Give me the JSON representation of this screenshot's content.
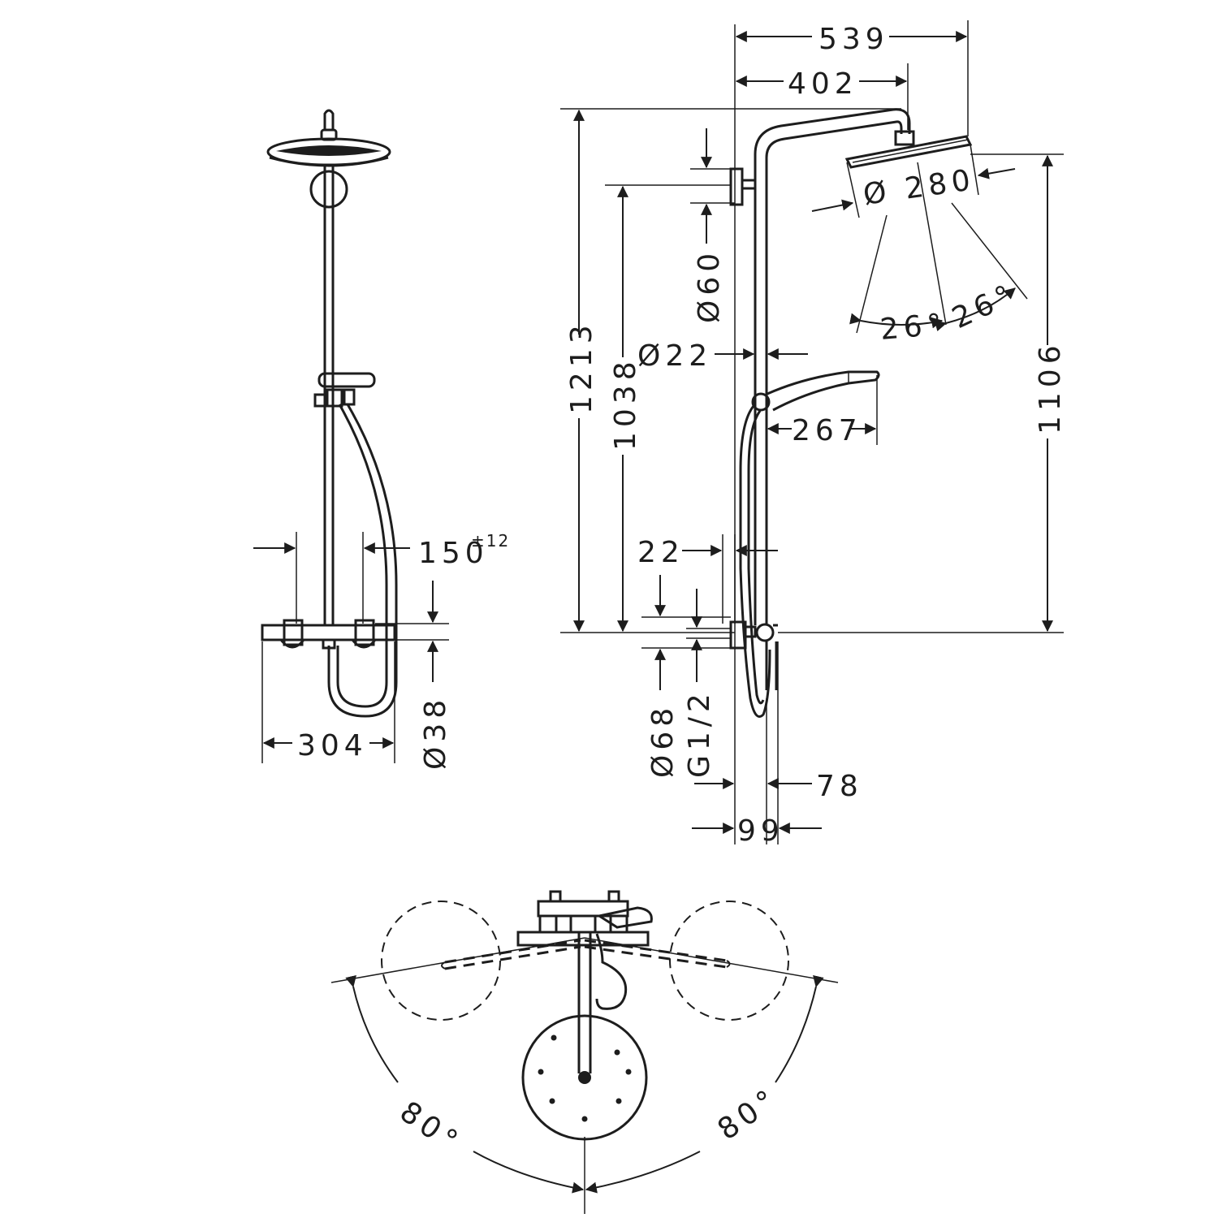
{
  "front_view": {
    "dims": {
      "tolerance_width": "150",
      "tolerance_sup": "±12",
      "width": "304",
      "diameter_38": "Ø38"
    }
  },
  "side_view": {
    "dims": {
      "d539": "539",
      "d402": "402",
      "d280": "Ø 280",
      "d60": "Ø60",
      "angle_a": "26°",
      "angle_b": "26°",
      "d22_pipe": "Ø22",
      "d1213": "1213",
      "d1038": "1038",
      "d1106": "1106",
      "d267": "267",
      "d22": "22",
      "d68": "Ø68",
      "g12": "G1/2",
      "d78": "78",
      "d99": "99"
    }
  },
  "top_view": {
    "dims": {
      "angle_left": "80°",
      "angle_right": "80°"
    }
  }
}
